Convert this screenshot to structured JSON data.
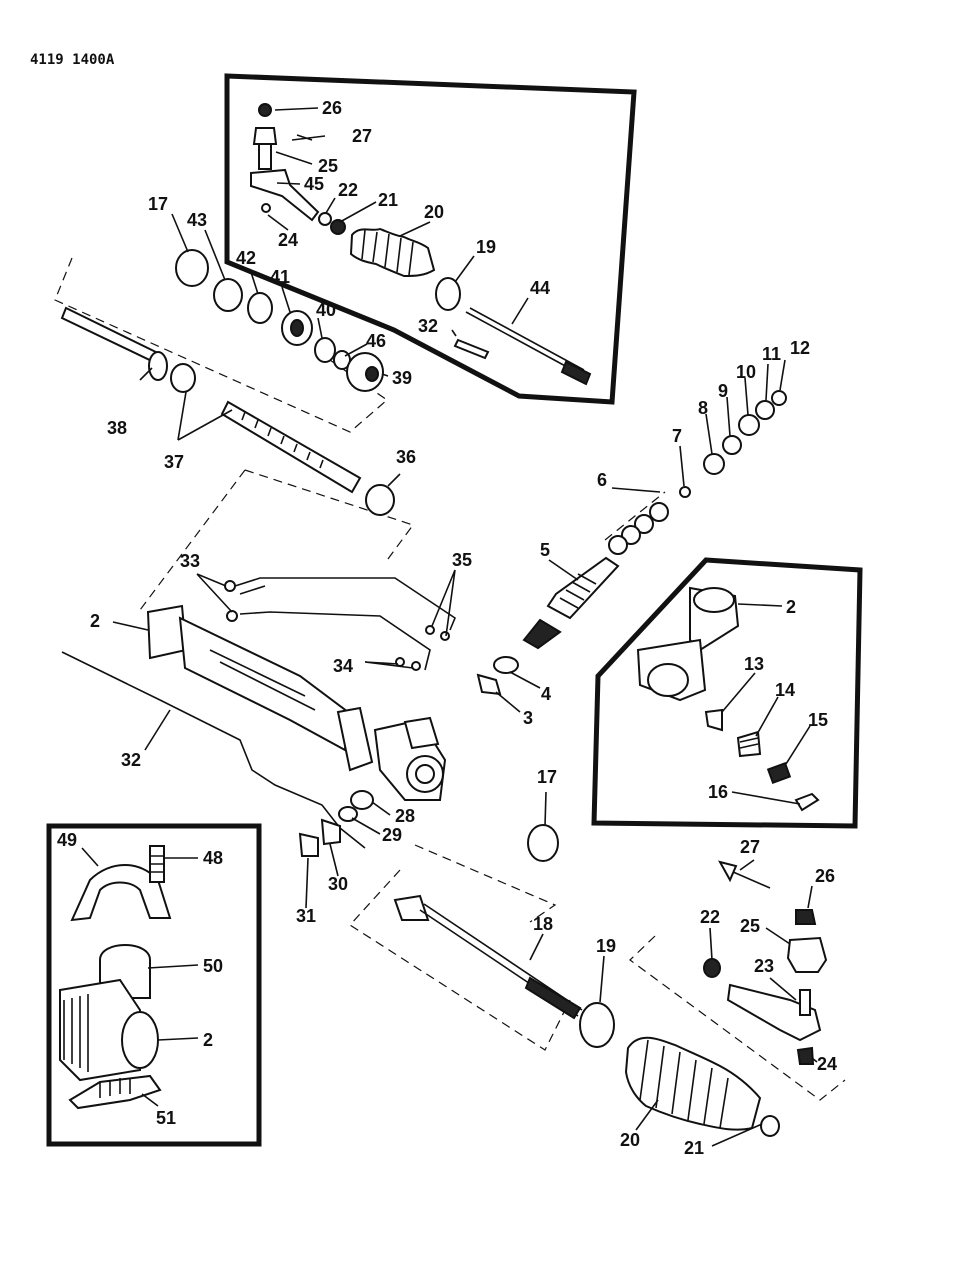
{
  "diagram_code": "4119 1400A",
  "callouts": {
    "c26a": "26",
    "c27a": "27",
    "c25a": "25",
    "c45": "45",
    "c22a": "22",
    "c21a": "21",
    "c24a": "24",
    "c20a": "20",
    "c19a": "19",
    "c44": "44",
    "c32a": "32",
    "c17a": "17",
    "c43": "43",
    "c42": "42",
    "c41": "41",
    "c40": "40",
    "c46": "46",
    "c39": "39",
    "c38": "38",
    "c37": "37",
    "c36": "36",
    "c12": "12",
    "c11": "11",
    "c10": "10",
    "c9": "9",
    "c8": "8",
    "c7": "7",
    "c6": "6",
    "c5": "5",
    "c33": "33",
    "c35": "35",
    "c34": "34",
    "c2a": "2",
    "c4": "4",
    "c3": "3",
    "c32b": "32",
    "c2b": "2",
    "c13": "13",
    "c14": "14",
    "c15": "15",
    "c16": "16",
    "c17b": "17",
    "c28": "28",
    "c29": "29",
    "c30": "30",
    "c31": "31",
    "c49": "49",
    "c48": "48",
    "c50": "50",
    "c2c": "2",
    "c51": "51",
    "c18": "18",
    "c19b": "19",
    "c27b": "27",
    "c26b": "26",
    "c25b": "25",
    "c22b": "22",
    "c23": "23",
    "c24b": "24",
    "c20b": "20",
    "c21b": "21"
  }
}
